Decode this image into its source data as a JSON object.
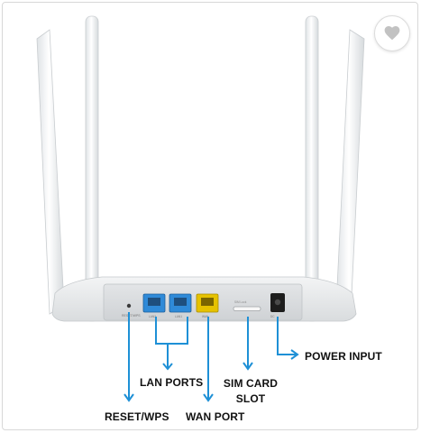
{
  "wishlist": {
    "icon": "heart-icon"
  },
  "labels": {
    "power_input": "POWER INPUT",
    "lan_ports": "LAN PORTS",
    "sim_card_line1": "SIM CARD",
    "sim_card_line2": "SLOT",
    "reset_wps": "RESET/WPS",
    "wan_port": "WAN PORT"
  },
  "colors": {
    "callout_blue": "#1e90d6",
    "lan_port": "#2f8ad8",
    "wan_port": "#e6c200",
    "label_text": "#111111"
  }
}
